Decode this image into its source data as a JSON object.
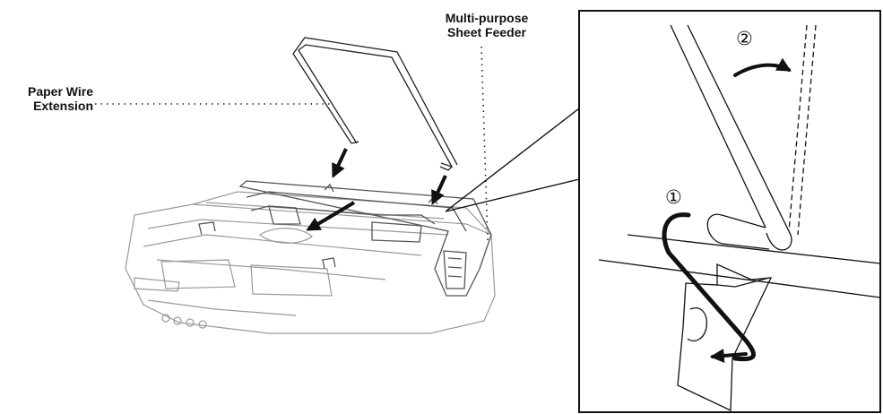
{
  "labels": {
    "paper_wire_line1": "Paper Wire",
    "paper_wire_line2": "Extension",
    "feeder_line1": "Multi-purpose",
    "feeder_line2": "Sheet Feeder"
  },
  "steps": {
    "step1": "①",
    "step2": "②"
  },
  "colors": {
    "ink": "#111111",
    "machine": "#9a9a9a"
  }
}
